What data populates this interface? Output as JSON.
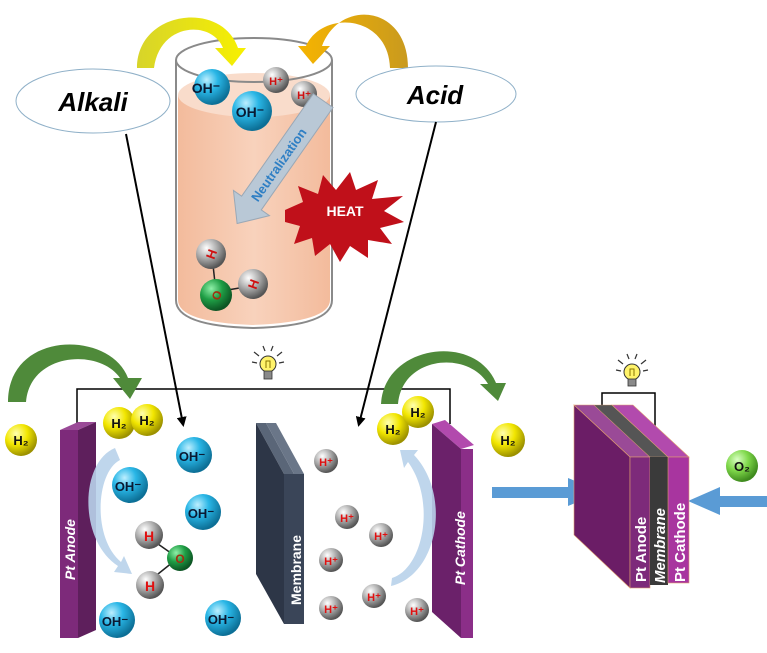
{
  "labels": {
    "alkali": "Alkali",
    "acid": "Acid",
    "neutralization": "Neutralization",
    "heat": "HEAT",
    "pt_anode": "Pt Anode",
    "pt_cathode": "Pt Cathode",
    "membrane": "Membrane"
  },
  "molecules": {
    "hydroxide": "OH⁻",
    "proton": "H⁺",
    "hydrogen": "H₂",
    "oxygen": "O₂",
    "h_atom": "H",
    "o_atom": "O"
  },
  "stack": {
    "anode": "Pt Anode",
    "membrane": "Membrane",
    "cathode": "Pt Cathode"
  },
  "icons": {
    "lightbulb": "lightbulb-icon",
    "heat_burst": "heat-burst-icon"
  },
  "colors": {
    "hydroxide": "#29b6e6",
    "proton": "#9e9e9e",
    "hydrogen": "#f2e600",
    "oxygen": "#7fd84a",
    "water_oxygen": "#1f9e45",
    "electrode": "#7d2a7a",
    "membrane": "#3a4558",
    "solution": "#f6c8ad",
    "heat": "#c0101a",
    "green_arrow": "#4f8a3a",
    "blue_arrow": "#5a9bd5"
  }
}
